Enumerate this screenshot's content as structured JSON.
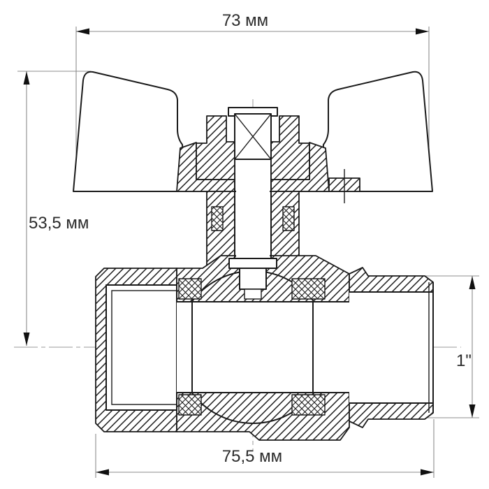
{
  "page": {
    "background": "#ffffff"
  },
  "drawing": {
    "subject": "ball valve cross-section with butterfly handle",
    "colors": {
      "outline": "#1a1a1a",
      "dimension_lines": "#8c8c8c",
      "label_text": "#2b2b2b",
      "background": "#ffffff"
    },
    "dimensions": {
      "top_width": {
        "label": "73 мм"
      },
      "left_height": {
        "label": "53,5 мм"
      },
      "right_thread_size": {
        "label": "1\""
      },
      "bottom_length": {
        "label": "75,5 мм"
      }
    }
  }
}
